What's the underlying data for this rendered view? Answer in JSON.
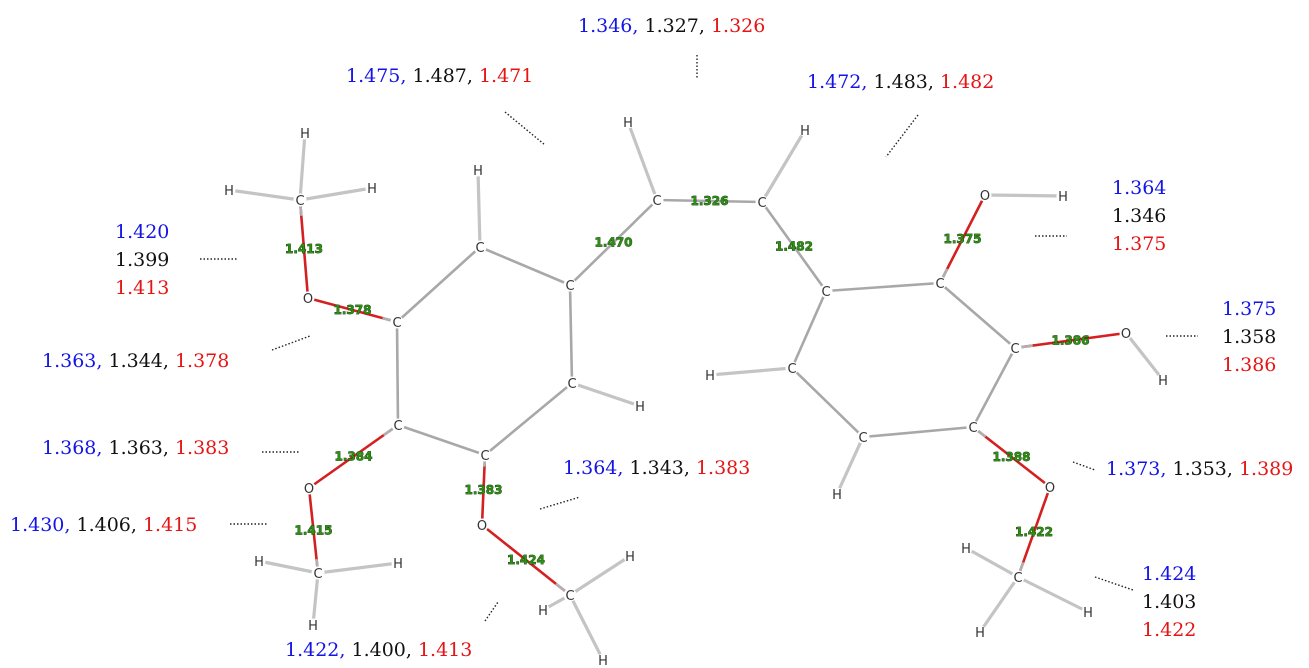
{
  "colors": {
    "method_1": "#1414e6",
    "method_2": "#111111",
    "method_3": "#e61414",
    "bond_label": "#2f8f14",
    "bond_CO": "#d42020",
    "bond_CC": "#a8a8a8"
  },
  "atoms": [
    {
      "id": "H1",
      "el": "H"
    },
    {
      "id": "C1",
      "el": "C"
    },
    {
      "id": "H2",
      "el": "H"
    },
    {
      "id": "H3",
      "el": "H"
    },
    {
      "id": "O1",
      "el": "O"
    },
    {
      "id": "C2",
      "el": "C"
    },
    {
      "id": "C3",
      "el": "C"
    },
    {
      "id": "H4",
      "el": "H"
    },
    {
      "id": "C4",
      "el": "C"
    },
    {
      "id": "C5",
      "el": "C"
    },
    {
      "id": "H5",
      "el": "H"
    },
    {
      "id": "C6",
      "el": "C"
    },
    {
      "id": "C7",
      "el": "C"
    },
    {
      "id": "O2",
      "el": "O"
    },
    {
      "id": "C8",
      "el": "C"
    },
    {
      "id": "H6",
      "el": "H"
    },
    {
      "id": "H7",
      "el": "H"
    },
    {
      "id": "H8",
      "el": "H"
    },
    {
      "id": "O3",
      "el": "O"
    },
    {
      "id": "C9",
      "el": "C"
    },
    {
      "id": "H9",
      "el": "H"
    },
    {
      "id": "H10",
      "el": "H"
    },
    {
      "id": "H11",
      "el": "H"
    },
    {
      "id": "C10",
      "el": "C"
    },
    {
      "id": "H12",
      "el": "H"
    },
    {
      "id": "C11",
      "el": "C"
    },
    {
      "id": "H13",
      "el": "H"
    },
    {
      "id": "C12",
      "el": "C"
    },
    {
      "id": "C13",
      "el": "C"
    },
    {
      "id": "O4",
      "el": "O"
    },
    {
      "id": "H14",
      "el": "H"
    },
    {
      "id": "C14",
      "el": "C"
    },
    {
      "id": "O5",
      "el": "O"
    },
    {
      "id": "H15",
      "el": "H"
    },
    {
      "id": "C15",
      "el": "C"
    },
    {
      "id": "O6",
      "el": "O"
    },
    {
      "id": "C16",
      "el": "C"
    },
    {
      "id": "H16",
      "el": "H"
    },
    {
      "id": "H17",
      "el": "H"
    },
    {
      "id": "H18",
      "el": "H"
    },
    {
      "id": "C17",
      "el": "C"
    },
    {
      "id": "H19",
      "el": "H"
    },
    {
      "id": "C18",
      "el": "C"
    },
    {
      "id": "H20",
      "el": "H"
    }
  ],
  "bonds": [
    {
      "a": "H1",
      "b": "C1"
    },
    {
      "a": "H2",
      "b": "C1"
    },
    {
      "a": "H3",
      "b": "C1"
    },
    {
      "a": "C1",
      "b": "O1",
      "polar": true,
      "label": "1.413"
    },
    {
      "a": "O1",
      "b": "C2",
      "polar": true,
      "label": "1.378"
    },
    {
      "a": "C2",
      "b": "C3"
    },
    {
      "a": "C3",
      "b": "H4"
    },
    {
      "a": "C3",
      "b": "C4"
    },
    {
      "a": "C4",
      "b": "C5"
    },
    {
      "a": "C5",
      "b": "H5"
    },
    {
      "a": "C5",
      "b": "C6"
    },
    {
      "a": "C6",
      "b": "C7"
    },
    {
      "a": "C7",
      "b": "C2"
    },
    {
      "a": "C7",
      "b": "O2",
      "polar": true,
      "label": "1.384"
    },
    {
      "a": "O2",
      "b": "C8",
      "polar": true,
      "label": "1.415"
    },
    {
      "a": "C8",
      "b": "H6"
    },
    {
      "a": "C8",
      "b": "H7"
    },
    {
      "a": "C8",
      "b": "H8"
    },
    {
      "a": "C6",
      "b": "O3",
      "polar": true,
      "label": "1.383"
    },
    {
      "a": "O3",
      "b": "C9",
      "polar": true,
      "label": "1.424"
    },
    {
      "a": "C9",
      "b": "H9"
    },
    {
      "a": "C9",
      "b": "H10"
    },
    {
      "a": "C9",
      "b": "H11"
    },
    {
      "a": "C4",
      "b": "C10",
      "label": "1.470"
    },
    {
      "a": "C10",
      "b": "H12"
    },
    {
      "a": "C10",
      "b": "C11",
      "label": "1.326"
    },
    {
      "a": "C11",
      "b": "H13"
    },
    {
      "a": "C11",
      "b": "C12",
      "label": "1.482"
    },
    {
      "a": "C12",
      "b": "C13"
    },
    {
      "a": "C13",
      "b": "O4",
      "polar": true,
      "label": "1.375"
    },
    {
      "a": "O4",
      "b": "H14"
    },
    {
      "a": "C13",
      "b": "C14"
    },
    {
      "a": "C14",
      "b": "O5",
      "polar": true,
      "label": "1.386"
    },
    {
      "a": "O5",
      "b": "H15"
    },
    {
      "a": "C14",
      "b": "C15"
    },
    {
      "a": "C15",
      "b": "O6",
      "polar": true,
      "label": "1.388"
    },
    {
      "a": "O6",
      "b": "C16",
      "polar": true,
      "label": "1.422"
    },
    {
      "a": "C16",
      "b": "H16"
    },
    {
      "a": "C16",
      "b": "H17"
    },
    {
      "a": "C16",
      "b": "H18"
    },
    {
      "a": "C15",
      "b": "C17"
    },
    {
      "a": "C17",
      "b": "H19"
    },
    {
      "a": "C17",
      "b": "C18"
    },
    {
      "a": "C18",
      "b": "H20"
    },
    {
      "a": "C18",
      "b": "C12"
    }
  ],
  "annotations": [
    {
      "id": "cc-double",
      "v1": "1.346,",
      "v2": "1.327,",
      "v3": "1.326"
    },
    {
      "id": "left-vinyl",
      "v1": "1.475,",
      "v2": "1.487,",
      "v3": "1.471"
    },
    {
      "id": "right-vinyl",
      "v1": "1.472,",
      "v2": "1.483,",
      "v3": "1.482"
    },
    {
      "id": "methoxy-top-left",
      "v1": "1.420",
      "v2": "1.399",
      "v3": "1.413"
    },
    {
      "id": "oh-top-right",
      "v1": "1.364",
      "v2": "1.346",
      "v3": "1.375"
    },
    {
      "id": "oh-mid-right",
      "v1": "1.375",
      "v2": "1.358",
      "v3": "1.386"
    },
    {
      "id": "co-left-1",
      "v1": "1.363,",
      "v2": "1.344,",
      "v3": "1.378"
    },
    {
      "id": "co-left-2",
      "v1": "1.368,",
      "v2": "1.363,",
      "v3": "1.383"
    },
    {
      "id": "co-left-3",
      "v1": "1.430,",
      "v2": "1.406,",
      "v3": "1.415"
    },
    {
      "id": "co-center",
      "v1": "1.364,",
      "v2": "1.343,",
      "v3": "1.383"
    },
    {
      "id": "co-right",
      "v1": "1.373,",
      "v2": "1.353,",
      "v3": "1.389"
    },
    {
      "id": "methoxy-bottom-right",
      "v1": "1.424",
      "v2": "1.403",
      "v3": "1.422"
    },
    {
      "id": "methoxy-bottom-center",
      "v1": "1.422,",
      "v2": "1.400,",
      "v3": "1.413"
    }
  ]
}
